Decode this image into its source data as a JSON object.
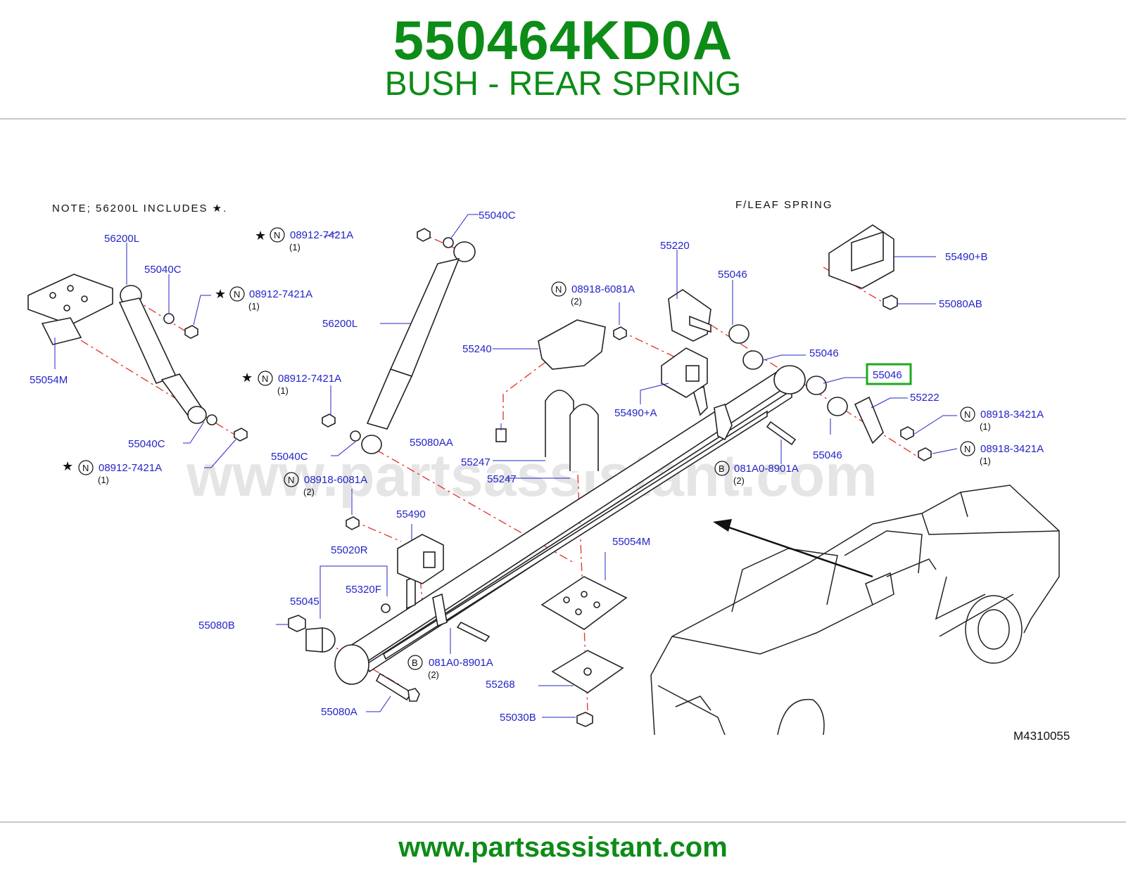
{
  "header": {
    "part_number": "550464KD0A",
    "part_name": "BUSH - REAR SPRING"
  },
  "diagram": {
    "note": "NOTE;  56200L  INCLUDES  ★.",
    "section_title": "F/LEAF  SPRING",
    "reference_code": "M4310055",
    "watermark": "www.partsassistant.com",
    "highlight_color": "#1fa91f",
    "label_color": "#2424c8",
    "callouts": {
      "c55040C_top": "55040C",
      "c56200L_left": "56200L",
      "c55040C_left_top": "55040C",
      "c08912_top1": "08912-7421A",
      "c08912_top1_qty": "(1)",
      "c08912_top2": "08912-7421A",
      "c08912_top2_qty": "(1)",
      "c08912_mid": "08912-7421A",
      "c08912_mid_qty": "(1)",
      "c08912_bottom": "08912-7421A",
      "c08912_bottom_qty": "(1)",
      "c56200L_right": "56200L",
      "c55054M_left": "55054M",
      "c55040C_left_bottom": "55040C",
      "c55040C_mid": "55040C",
      "c08918_6081_top": "08918-6081A",
      "c08918_6081_top_qty": "(2)",
      "c08918_6081_mid": "08918-6081A",
      "c08918_6081_mid_qty": "(2)",
      "c55240": "55240",
      "c55080AA": "55080AA",
      "c55247_a": "55247",
      "c55247_b": "55247",
      "c55220": "55220",
      "c55046_a": "55046",
      "c55046_b": "55046",
      "c55046_selected": "55046",
      "c55046_c": "55046",
      "c55490A": "55490+A",
      "c55222": "55222",
      "c08918_3421_a": "08918-3421A",
      "c08918_3421_a_qty": "(1)",
      "c08918_3421_b": "08918-3421A",
      "c08918_3421_b_qty": "(1)",
      "c081A0_right": "081A0-8901A",
      "c081A0_right_qty": "(2)",
      "c081A0_bottom": "081A0-8901A",
      "c081A0_bottom_qty": "(2)",
      "c55490B": "55490+B",
      "c55080AB": "55080AB",
      "c55490": "55490",
      "c55020R": "55020R",
      "c55320F": "55320F",
      "c55045": "55045",
      "c55080B": "55080B",
      "c55054M_mid": "55054M",
      "c55268": "55268",
      "c55080A": "55080A",
      "c55030B": "55030B"
    },
    "symbols": {
      "star": "★",
      "n": "N",
      "b": "B"
    }
  },
  "footer": {
    "url": "www.partsassistant.com"
  }
}
